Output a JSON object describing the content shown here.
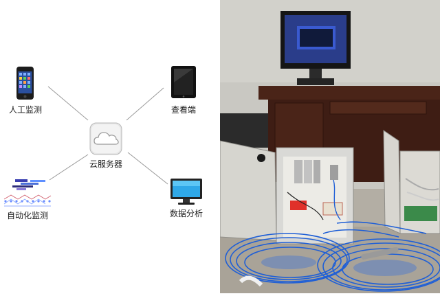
{
  "diagram": {
    "center": {
      "label": "云服务器",
      "icon": "cloud-icon"
    },
    "nodes": [
      {
        "id": "manual",
        "label": "人工监测",
        "icon": "smartphone-icon"
      },
      {
        "id": "viewer",
        "label": "查看端",
        "icon": "tablet-icon"
      },
      {
        "id": "auto",
        "label": "自动化监测",
        "icon": "sensor-network-icon"
      },
      {
        "id": "analysis",
        "label": "数据分析",
        "icon": "monitor-icon"
      }
    ]
  },
  "photo": {
    "description_icon": "monitoring-equipment-photo"
  },
  "colors": {
    "connector": "#9a9a9a",
    "cable_blue": "#1f5fd6",
    "box_gray": "#d9d9d6",
    "desk_brown": "#4a2418",
    "wall": "#c9c8c2",
    "floor": "#b3aea4"
  }
}
